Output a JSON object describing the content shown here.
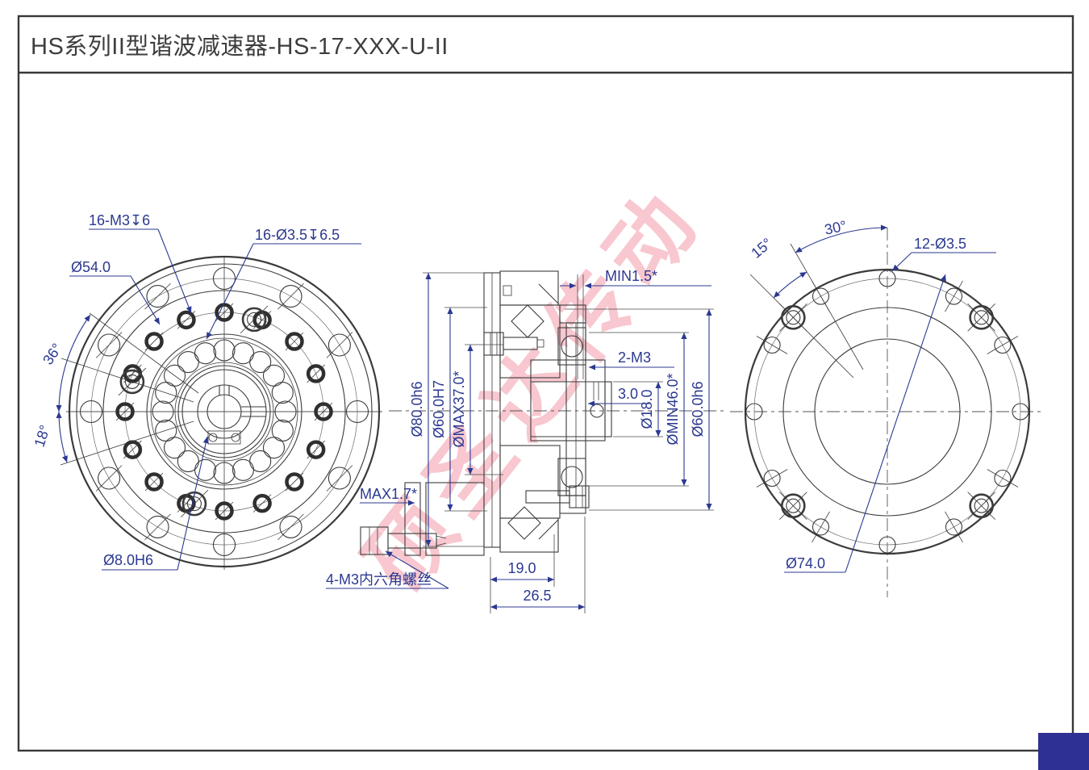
{
  "title": "HS系列II型谐波减速器-HS-17-XXX-U-II",
  "watermark": "硕圣达传动",
  "colors": {
    "dimension_blue": "#2B3990",
    "drawing_line": "#3B3B3B",
    "watermark_pink": "#EB5A73",
    "corner_block_blue": "#2E3191",
    "background": "#FFFFFF"
  },
  "front_view": {
    "thread_holes_label": "16-M3↧6",
    "counterbore_holes_label": "16-Ø3.5↧6.5",
    "bolt_circle_diameter": "Ø54.0",
    "angle_36": "36°",
    "angle_18": "18°",
    "center_bore": "Ø8.0H6"
  },
  "section_view": {
    "min_gap": "MIN1.5*",
    "thread_label": "2-M3",
    "offset_3": "3.0",
    "dia_18": "Ø18.0",
    "dia_min46": "ØMIN46.0*",
    "dia_60h6_right": "Ø60.0h6",
    "dia_80h6": "Ø80.0h6",
    "dia_60H7": "Ø60.0H7",
    "dia_max37": "ØMAX37.0*",
    "max_gap": "MAX1.7*",
    "screw_note": "4-M3内六角螺丝",
    "length_19": "19.0",
    "length_26_5": "26.5"
  },
  "rear_view": {
    "angle_15": "15°",
    "angle_30": "30°",
    "holes_label": "12-Ø3.5",
    "bolt_circle_diameter": "Ø74.0"
  }
}
